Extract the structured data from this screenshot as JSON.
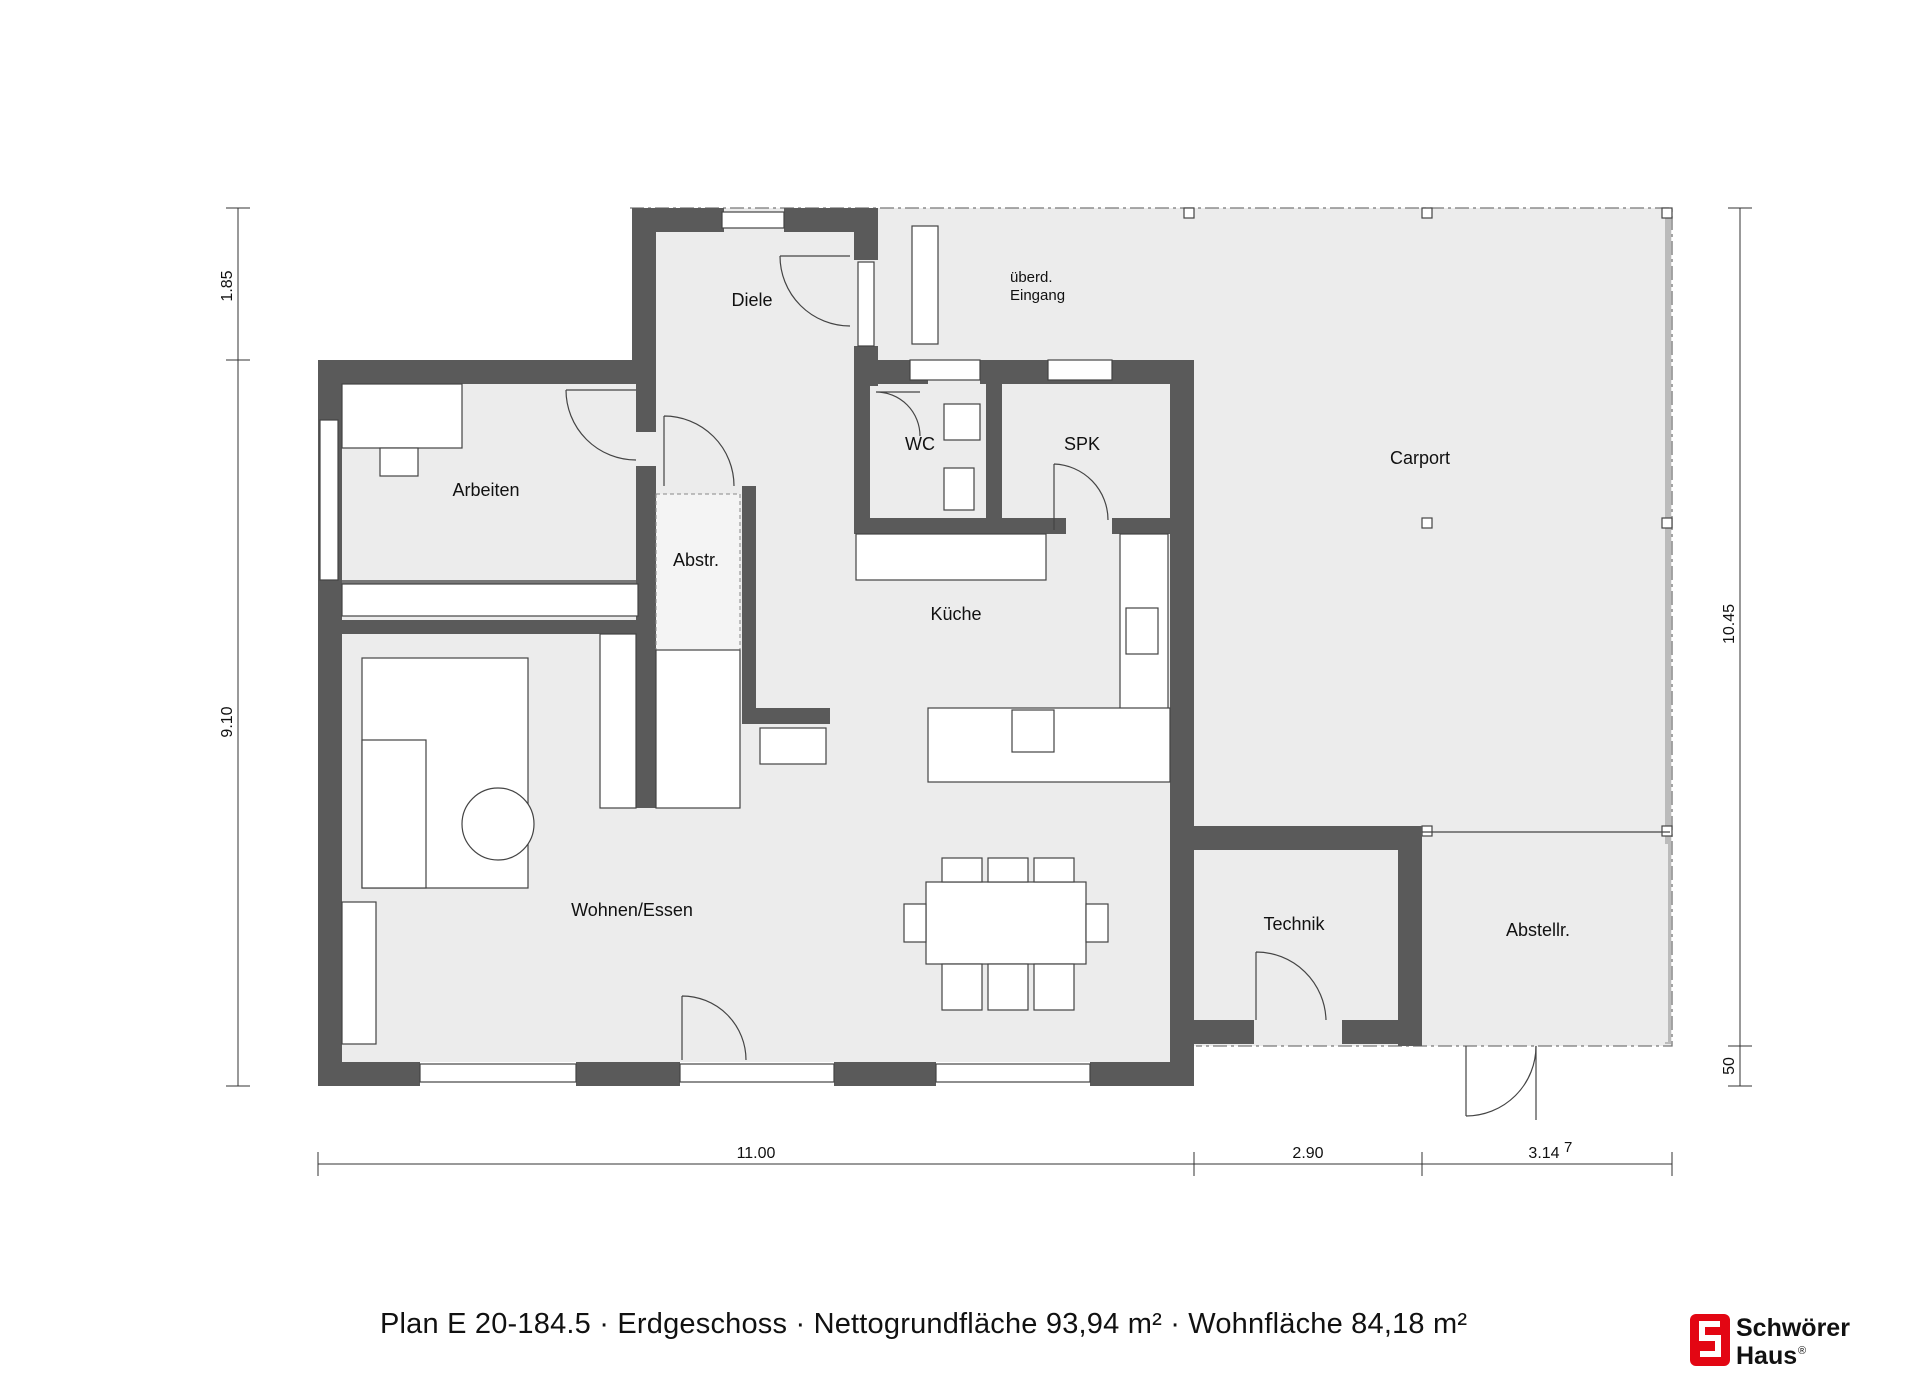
{
  "caption": "Plan  E 20-184.5 · Erdgeschoss · Nettogrundfläche 93,94 m² · Wohnfläche 84,18 m²",
  "logo": {
    "line1": "Schwörer",
    "line2": "Haus",
    "registered": "®",
    "mark_color": "#e30613"
  },
  "rooms": {
    "diele": "Diele",
    "ueberd_eingang_1": "überd.",
    "ueberd_eingang_2": "Eingang",
    "arbeiten": "Arbeiten",
    "wc": "WC",
    "spk": "SPK",
    "carport": "Carport",
    "abstr": "Abstr.",
    "kueche": "Küche",
    "wohnen_essen": "Wohnen/Essen",
    "technik": "Technik",
    "abstellr": "Abstellr."
  },
  "dimensions": {
    "bottom_1": "11.00",
    "bottom_2": "2.90",
    "bottom_3": "3.14",
    "bottom_3_sup": "7",
    "left_top": "1.85",
    "left_main": "9.10",
    "right_main": "10.45",
    "right_bottom": "50"
  },
  "colors": {
    "wall": "#5a5a5a",
    "floor": "#ececec"
  }
}
